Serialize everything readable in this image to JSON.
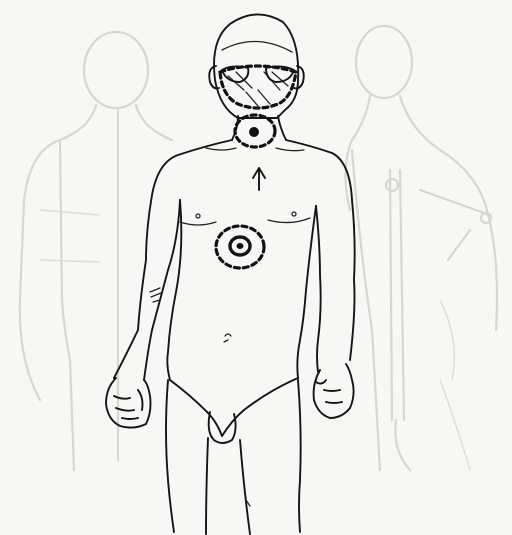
{
  "figure": {
    "colors": {
      "ink": "#151515",
      "ghost_outline": "#d6d6d2",
      "background": "#f7f7f5"
    },
    "marks": [
      {
        "name": "face-pain-zone",
        "style": "cross-hatch"
      },
      {
        "name": "throat-pain-zone",
        "style": "dashed-ring"
      },
      {
        "name": "chest-pain-zone",
        "style": "concentric-dashed-rings"
      },
      {
        "name": "upward-arrow",
        "direction": "up"
      }
    ]
  }
}
